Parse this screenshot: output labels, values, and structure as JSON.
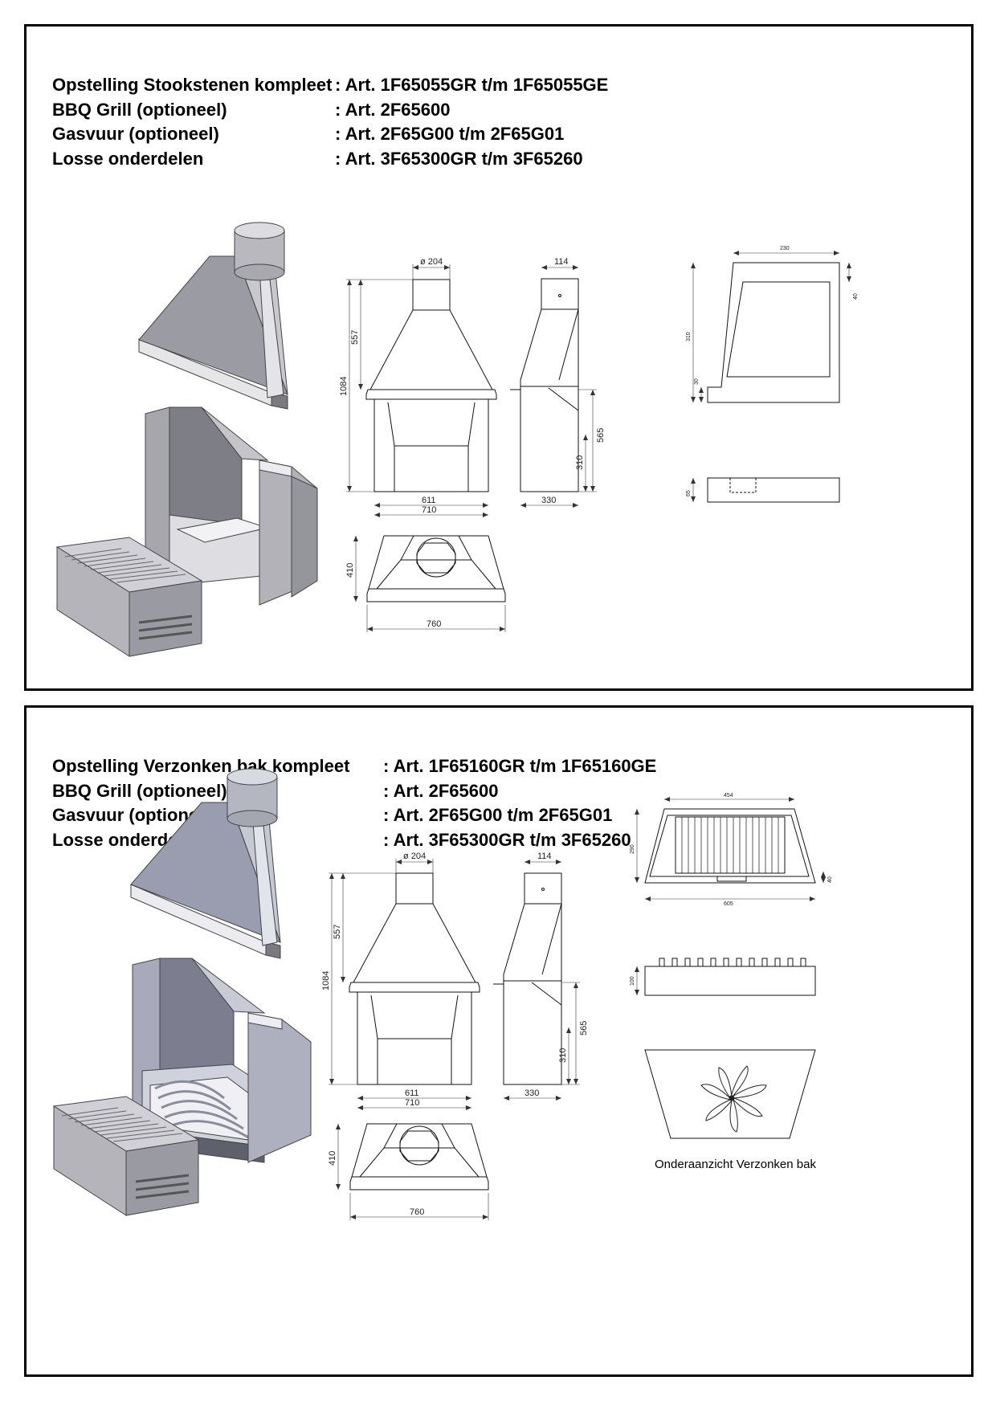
{
  "sections": [
    {
      "rows": [
        {
          "label": "Opstelling Stookstenen kompleet",
          "article": ": Art. 1F65055GR t/m 1F65055GE"
        },
        {
          "label": "BBQ Grill (optioneel)",
          "article": ": Art. 2F65600"
        },
        {
          "label": "Gasvuur (optioneel)",
          "article": ": Art. 2F65G00 t/m 2F65G01"
        },
        {
          "label": "Losse onderdelen",
          "article": ": Art. 3F65300GR t/m 3F65260"
        }
      ],
      "dims": {
        "d204": "ø 204",
        "d557": "557",
        "d1084": "1084",
        "d611": "611",
        "d710": "710",
        "d114": "114",
        "d565": "565",
        "d310": "310",
        "d330": "330",
        "d410": "410",
        "d760": "760",
        "p230": "230",
        "p40": "40",
        "p310": "310",
        "p30": "30",
        "p65": "65"
      }
    },
    {
      "rows": [
        {
          "label": "Opstelling Verzonken bak kompleet",
          "article": ": Art. 1F65160GR t/m 1F65160GE"
        },
        {
          "label": "BBQ Grill (optioneel)",
          "article": ": Art. 2F65600"
        },
        {
          "label": "Gasvuur (optioneel)",
          "article": ": Art. 2F65G00 t/m 2F65G01"
        },
        {
          "label": "Losse onderdelen",
          "article": ": Art. 3F65300GR t/m 3F65260"
        }
      ],
      "dims": {
        "d204": "ø 204",
        "d557": "557",
        "d1084": "1084",
        "d611": "611",
        "d710": "710",
        "d114": "114",
        "d565": "565",
        "d310": "310",
        "d330": "330",
        "d410": "410",
        "d760": "760",
        "b454": "454",
        "b290": "290",
        "b605": "605",
        "b40": "40",
        "b100": "100"
      },
      "caption": "Onderaanzicht Verzonken bak"
    }
  ]
}
